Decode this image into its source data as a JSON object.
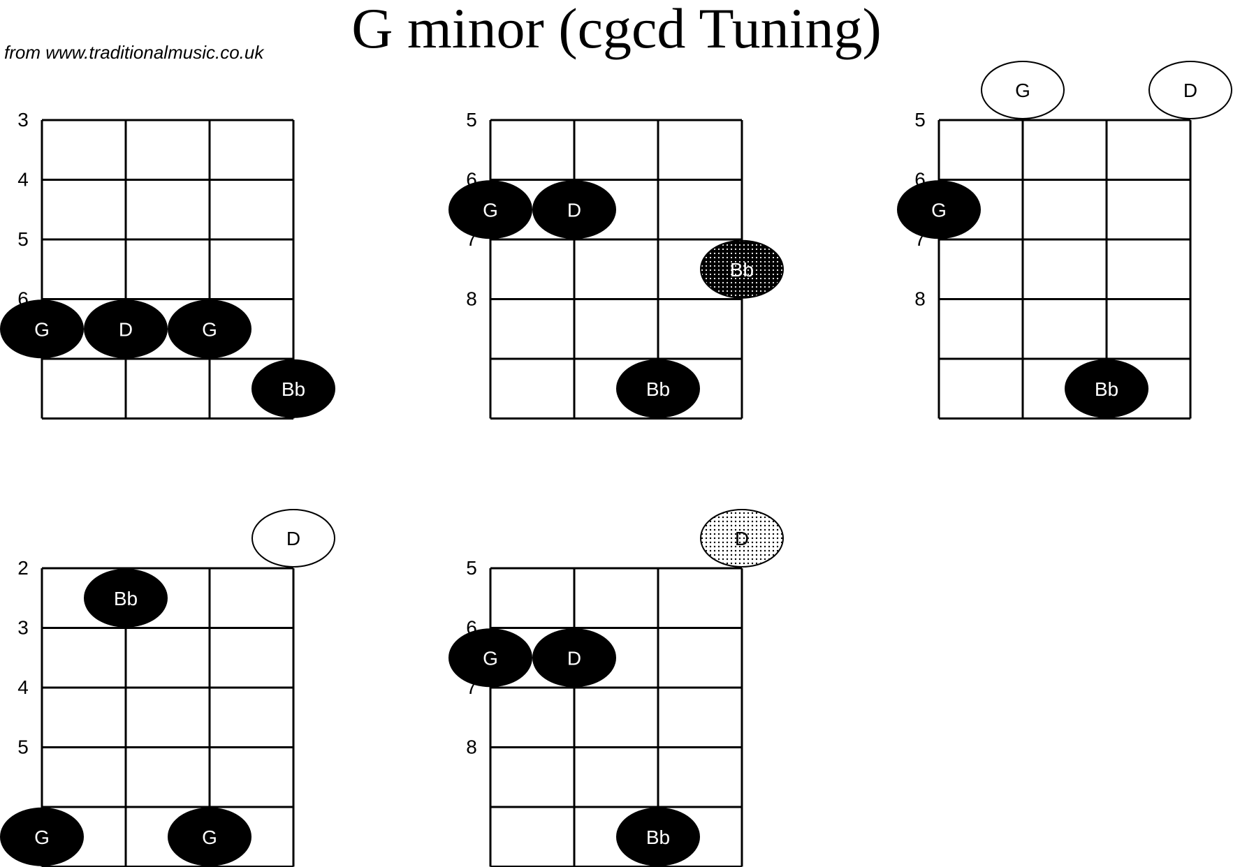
{
  "title": "G minor (cgcd Tuning)",
  "source": "from www.traditionalmusic.co.uk",
  "colors": {
    "ink": "#000000",
    "paper": "#ffffff",
    "dot_text": "#ffffff",
    "open_text": "#000000"
  },
  "diagrams": [
    {
      "id": "chord-1",
      "fret_labels": [
        "3",
        "4",
        "5",
        "6"
      ],
      "dots": [
        {
          "string": 1,
          "fret": 4,
          "note": "G",
          "style": "solid"
        },
        {
          "string": 2,
          "fret": 4,
          "note": "D",
          "style": "solid"
        },
        {
          "string": 3,
          "fret": 4,
          "note": "G",
          "style": "solid"
        },
        {
          "string": 4,
          "fret": 5,
          "note": "Bb",
          "style": "solid"
        }
      ]
    },
    {
      "id": "chord-2",
      "fret_labels": [
        "5",
        "6",
        "7",
        "8"
      ],
      "dots": [
        {
          "string": 1,
          "fret": 2,
          "note": "G",
          "style": "solid"
        },
        {
          "string": 2,
          "fret": 2,
          "note": "D",
          "style": "solid"
        },
        {
          "string": 4,
          "fret": 3,
          "note": "Bb",
          "style": "dark-stipple"
        },
        {
          "string": 3,
          "fret": 5,
          "note": "Bb",
          "style": "solid"
        }
      ]
    },
    {
      "id": "chord-3",
      "fret_labels": [
        "5",
        "6",
        "7",
        "8"
      ],
      "dots": [
        {
          "string": 2,
          "fret": 0,
          "note": "G",
          "style": "open"
        },
        {
          "string": 4,
          "fret": 0,
          "note": "D",
          "style": "open"
        },
        {
          "string": 1,
          "fret": 2,
          "note": "G",
          "style": "solid"
        },
        {
          "string": 3,
          "fret": 5,
          "note": "Bb",
          "style": "solid"
        }
      ]
    },
    {
      "id": "chord-4",
      "fret_labels": [
        "2",
        "3",
        "4",
        "5"
      ],
      "dots": [
        {
          "string": 4,
          "fret": 0,
          "note": "D",
          "style": "open"
        },
        {
          "string": 2,
          "fret": 1,
          "note": "Bb",
          "style": "solid"
        },
        {
          "string": 1,
          "fret": 5,
          "note": "G",
          "style": "solid"
        },
        {
          "string": 3,
          "fret": 5,
          "note": "G",
          "style": "solid"
        }
      ]
    },
    {
      "id": "chord-5",
      "fret_labels": [
        "5",
        "6",
        "7",
        "8"
      ],
      "dots": [
        {
          "string": 4,
          "fret": 0,
          "note": "D",
          "style": "light-stipple"
        },
        {
          "string": 1,
          "fret": 2,
          "note": "G",
          "style": "solid"
        },
        {
          "string": 2,
          "fret": 2,
          "note": "D",
          "style": "solid"
        },
        {
          "string": 3,
          "fret": 5,
          "note": "Bb",
          "style": "solid"
        }
      ]
    }
  ]
}
